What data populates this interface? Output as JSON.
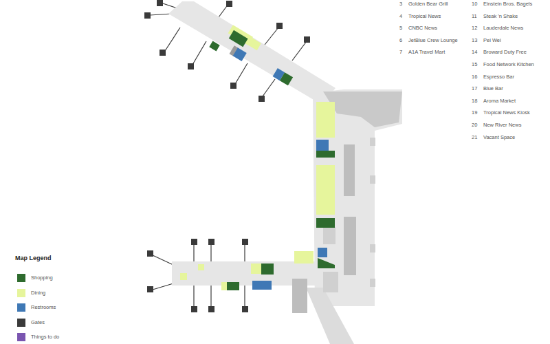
{
  "diagram": {
    "labels": [
      "3",
      "Golden Bear Grill",
      "4",
      "Tropical News",
      "5",
      "CNBC News",
      "6",
      "JetBlue Crew Lounge",
      "7",
      "A1A Travel Mart",
      "10",
      "Einstein Bros. Bagels",
      "11",
      "Steak 'n Shake",
      "12",
      "Lauderdale News",
      "13",
      "Pei Wei",
      "14",
      "Broward Duty Free",
      "15",
      "Food Network Kitchen",
      "16",
      "Espresso Bar",
      "17",
      "Blue Bar",
      "18",
      "Aroma Market",
      "19",
      "Tropical News Kiosk",
      "20",
      "New River News",
      "21",
      "Vacant Space",
      "Map Legend"
    ],
    "legend": [
      {
        "text": "Shopping",
        "color": "#2e6b2e"
      },
      {
        "text": "Dining",
        "color": "#e6f59c"
      },
      {
        "text": "Restrooms",
        "color": "#3f78b5"
      },
      {
        "text": "Gates",
        "color": "#3a3a3a"
      },
      {
        "text": "Things to do",
        "color": "#7a55b0"
      }
    ]
  }
}
